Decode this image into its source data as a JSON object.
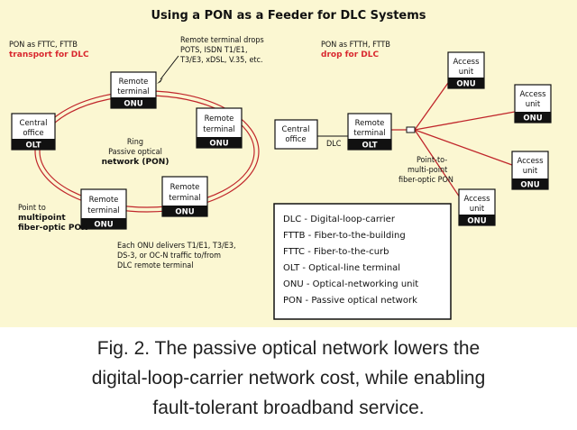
{
  "figure": {
    "title": "Using a PON as a Feeder for DLC Systems",
    "caption": [
      "Fig. 2.  The passive optical network lowers the",
      "digital-loop-carrier network cost, while enabling",
      "fault-tolerant broadband service."
    ]
  },
  "colors": {
    "accent_red": "#d9282f",
    "fiber": "#c0262b",
    "background": "#fbf7d2",
    "unit_tag": "#111111"
  },
  "left_diagram": {
    "mode_label": "PON as FTTC, FTTB",
    "mode_sublabel": "transport for DLC",
    "remote_drops": [
      "Remote terminal drops",
      "POTS, ISDN T1/E1,",
      "T3/E3, xDSL, V.35, etc."
    ],
    "ring_label": [
      "Ring",
      "Passive optical",
      "network (PON)"
    ],
    "p2mp_label": [
      "Point to",
      "multipoint",
      "fiber-optic PON"
    ],
    "delivers_note": [
      "Each ONU delivers T1/E1, T3/E3,",
      "DS-3, or OC-N traffic to/from",
      "DLC remote terminal"
    ],
    "central_office": {
      "lines": [
        "Central",
        "office"
      ],
      "tag": "OLT"
    },
    "remote_top": {
      "lines": [
        "Remote",
        "terminal"
      ],
      "tag": "ONU"
    },
    "remote_right": {
      "lines": [
        "Remote",
        "terminal"
      ],
      "tag": "ONU"
    },
    "remote_bottom_right": {
      "lines": [
        "Remote",
        "terminal"
      ],
      "tag": "ONU"
    },
    "remote_bottom_left": {
      "lines": [
        "Remote",
        "terminal"
      ],
      "tag": "ONU"
    }
  },
  "right_diagram": {
    "mode_label": "PON as FTTH, FTTB",
    "mode_sublabel": "drop for DLC",
    "central_office": {
      "lines": [
        "Central",
        "office"
      ]
    },
    "dlc_label": "DLC",
    "remote_terminal": {
      "lines": [
        "Remote",
        "terminal"
      ],
      "tag": "OLT"
    },
    "p2mp_label": [
      "Point-to-",
      "multi-point",
      "fiber-optic PON"
    ],
    "access_units": [
      {
        "lines": [
          "Access",
          "unit"
        ],
        "tag": "ONU"
      },
      {
        "lines": [
          "Access",
          "unit"
        ],
        "tag": "ONU"
      },
      {
        "lines": [
          "Access",
          "unit"
        ],
        "tag": "ONU"
      },
      {
        "lines": [
          "Access",
          "unit"
        ],
        "tag": "ONU"
      }
    ]
  },
  "legend": [
    "DLC - Digital-loop-carrier",
    "FTTB - Fiber-to-the-building",
    "FTTC - Fiber-to-the-curb",
    "OLT - Optical-line terminal",
    "ONU - Optical-networking unit",
    "PON - Passive optical network"
  ]
}
